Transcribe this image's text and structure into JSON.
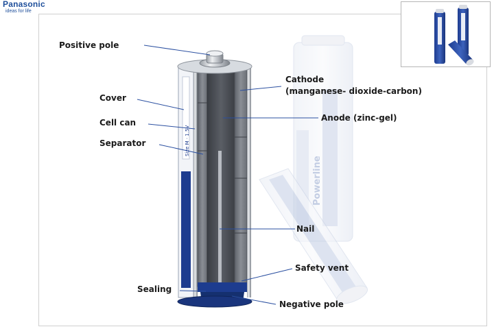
{
  "brand": {
    "name": "Panasonic",
    "tagline": "ideas for life",
    "color": "#1f4f9b"
  },
  "labels": {
    "positive_pole": "Positive pole",
    "cover": "Cover",
    "cell_can": "Cell can",
    "separator": "Separator",
    "sealing": "Sealing",
    "cathode_line1": "Cathode",
    "cathode_line2": "(manganese- dioxide-carbon)",
    "anode": "Anode (zinc-gel)",
    "nail": "Nail",
    "safety_vent": "Safety vent",
    "negative_pole": "Negative pole"
  },
  "battery_print": {
    "brand": "Powerline",
    "size_text": "Size M · 1.5V"
  },
  "colors": {
    "leader_line": "#2a4fa0",
    "label_text": "#1b1b1b",
    "battery_blue": "#1d3c8f"
  }
}
